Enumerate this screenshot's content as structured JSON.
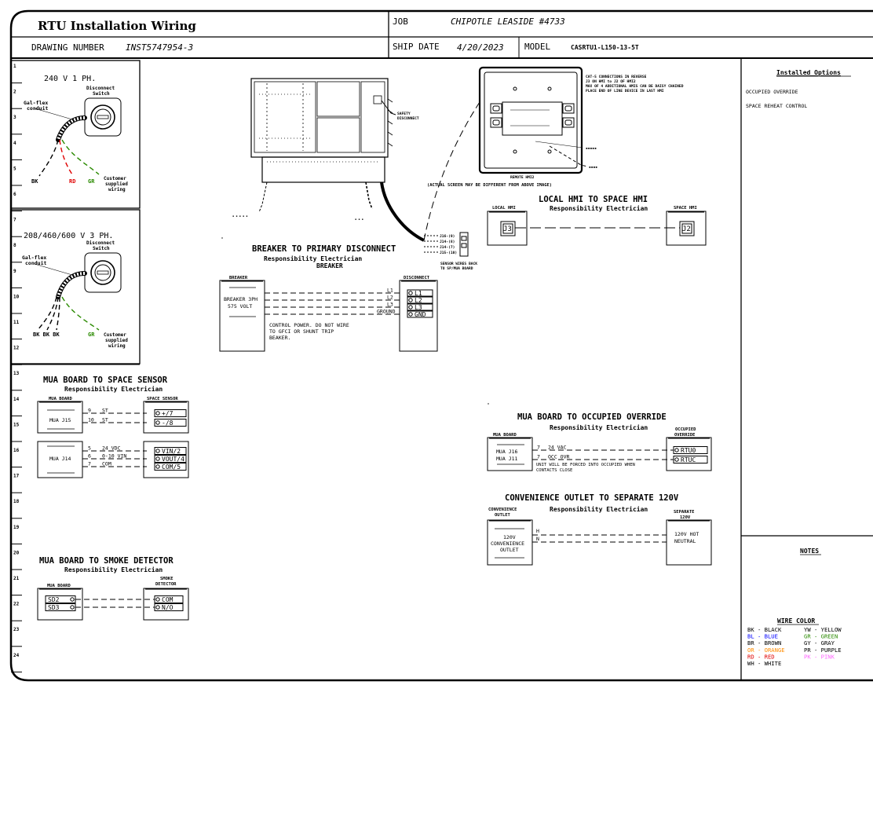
{
  "title_block": {
    "title": "RTU Installation Wiring",
    "job_label": "JOB",
    "job_value": "CHIPOTLE LEASIDE #4733",
    "drawing_number_label": "DRAWING NUMBER",
    "drawing_number_value": "INST5747954-3",
    "ship_date_label": "SHIP DATE",
    "ship_date_value": "4/20/2023",
    "model_label": "MODEL",
    "model_value": "CASRTU1-L150-13-5T"
  },
  "row_numbers": [
    "1",
    "2",
    "3",
    "4",
    "5",
    "6",
    "7",
    "8",
    "9",
    "10",
    "11",
    "12",
    "13",
    "14",
    "15",
    "16",
    "17",
    "18",
    "19",
    "20",
    "21",
    "22",
    "23",
    "24"
  ],
  "single_phase": {
    "voltage": "240 V 1 PH.",
    "disconnect": [
      "Disconnect",
      "Switch"
    ],
    "conduit": [
      "Gal-flex",
      "conduit"
    ],
    "wires": [
      "BK",
      "RD",
      "GR"
    ],
    "customer": [
      "Customer",
      "supplied",
      "wiring"
    ]
  },
  "three_phase": {
    "voltage": "208/460/600 V 3 PH.",
    "disconnect": [
      "Disconnect",
      "Switch"
    ],
    "conduit": [
      "Gal-flex",
      "conduit"
    ],
    "wires": [
      "BK BK BK",
      "GR"
    ],
    "customer": [
      "Customer",
      "supplied",
      "wiring"
    ]
  },
  "unit_drawing": {
    "safety_disconnect": [
      "SAFETY",
      "DISCONNECT"
    ],
    "hmi_notes": [
      "CAT-5 CONNECTIONS IN REVERSE",
      "J3 ON HMI to J2 OF HMI2",
      "MAX OF 4 ADDITIONAL HMIS CAN BE DAISY CHAINED",
      "PLACE END OF LINE DEVICE IN LAST HMI"
    ],
    "remote_hmi": "REMOTE HMI2",
    "screen_note": "(ACTUAL SCREEN MAY BE DIFFERENT FROM ABOVE IMAGE)",
    "sensor_wires": [
      "SENSOR WIRES BACK",
      "TO SP/MUA BOARD"
    ],
    "terminals": [
      "J16-(9)",
      "J14-(8)",
      "J14-(7)",
      "J15-(10)"
    ]
  },
  "local_hmi": {
    "title": "LOCAL HMI TO SPACE HMI",
    "responsibility": "Responsibility Electrician",
    "left_label": "LOCAL HMI",
    "left_port": "J3",
    "right_label": "SPACE HMI",
    "right_port": "J2"
  },
  "breaker": {
    "title": "BREAKER TO PRIMARY DISCONNECT",
    "responsibility": "Responsibility Electrician",
    "subtitle": "BREAKER",
    "breaker_label": "BREAKER",
    "breaker_text": [
      "BREAKER 3PH",
      "575 VOLT"
    ],
    "disconnect_label": "DISCONNECT",
    "lines": [
      "L1",
      "L2",
      "L3",
      "GROUND"
    ],
    "terminals": [
      "L1",
      "L2",
      "L3",
      "GND"
    ],
    "note": [
      "CONTROL POWER.  DO NOT WIRE",
      "TO GFCI OR SHUNT TRIP",
      "BEAKER."
    ]
  },
  "space_sensor": {
    "title": "MUA BOARD TO SPACE SENSOR",
    "responsibility": "Responsibility Electrician",
    "left_label": "MUA BOARD",
    "right_label": "SPACE SENSOR",
    "blocks": [
      "MUA J15",
      "MUA J14"
    ],
    "wires": [
      {
        "num": "9",
        "name": "ST",
        "term": "+/7"
      },
      {
        "num": "10",
        "name": "ST",
        "term": "-/8"
      },
      {
        "num": "5",
        "name": "24 VDC",
        "term": "VIN/2"
      },
      {
        "num": "6",
        "name": "0-10 VIN",
        "term": "VOUT/4"
      },
      {
        "num": "7",
        "name": "COM",
        "term": "COM/5"
      }
    ]
  },
  "smoke_detector": {
    "title": "MUA BOARD TO SMOKE DETECTOR",
    "responsibility": "Responsibility Electrician",
    "left_label": "MUA BOARD",
    "right_label": [
      "SMOKE",
      "DETECTOR"
    ],
    "left_terms": [
      "SD2",
      "SD3"
    ],
    "right_terms": [
      "COM",
      "N/O"
    ]
  },
  "occupied": {
    "title": "MUA BOARD TO OCCUPIED OVERRIDE",
    "responsibility": "Responsibility Electrician",
    "left_label": "MUA BOARD",
    "right_label": [
      "OCCUPIED",
      "OVERRIDE"
    ],
    "blocks": [
      "MUA J16",
      "MUA J11"
    ],
    "wires": [
      {
        "num": "7",
        "name": "24 VAC",
        "term": "RTU0"
      },
      {
        "num": "7",
        "name": "OCC OVR",
        "term": "RTUC"
      }
    ],
    "note": [
      "UNIT WILL BE FORCED INTO OCCUPIED WHEN",
      "CONTACTS CLOSE"
    ]
  },
  "convenience": {
    "title": "CONVENIENCE OUTLET TO SEPARATE 120V",
    "responsibility": "Responsibility Electrician",
    "left_label": [
      "CONVENIENCE",
      "OUTLET"
    ],
    "right_label": [
      "SEPARATE",
      "120V"
    ],
    "left_text": [
      "120V",
      "CONVENIENCE",
      "OUTLET"
    ],
    "wires": [
      "H",
      "N"
    ],
    "right_text": [
      "120V HOT",
      "NEUTRAL"
    ]
  },
  "installed_options": {
    "heading": "Installed Options",
    "items": [
      "OCCUPIED OVERRIDE",
      "SPACE REHEAT CONTROL"
    ]
  },
  "notes": {
    "heading": "NOTES"
  },
  "wire_color": {
    "heading": "WIRE COLOR",
    "items": [
      {
        "text": "BK - BLACK",
        "color": "#000000"
      },
      {
        "text": "YW - YELLOW",
        "color": "#000000"
      },
      {
        "text": "BL - BLUE",
        "color": "#0000ff"
      },
      {
        "text": "GR - GREEN",
        "color": "#2a8a00"
      },
      {
        "text": "BR - BROWN",
        "color": "#000000"
      },
      {
        "text": "GY - GRAY",
        "color": "#000000"
      },
      {
        "text": "OR - ORANGE",
        "color": "#ff8c00"
      },
      {
        "text": "PR - PURPLE",
        "color": "#000000"
      },
      {
        "text": "RD - RED",
        "color": "#e00000"
      },
      {
        "text": "PK - PINK",
        "color": "#ff66ff"
      },
      {
        "text": "WH - WHITE",
        "color": "#000000"
      }
    ]
  }
}
